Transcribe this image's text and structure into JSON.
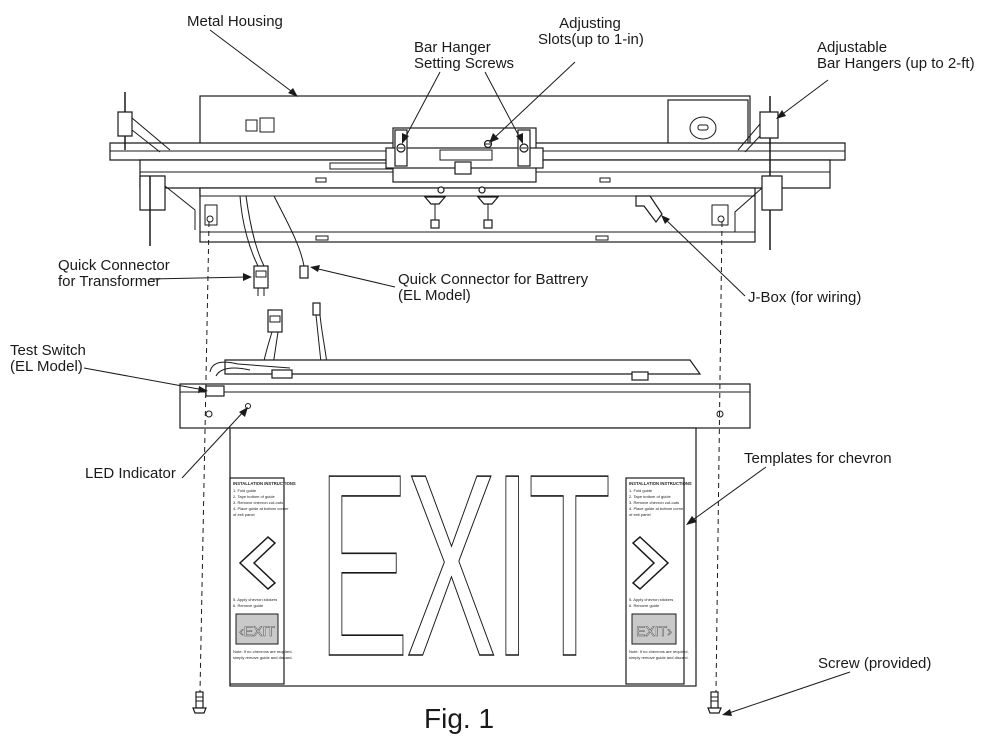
{
  "labels": {
    "metal_housing": "Metal Housing",
    "bar_hanger_screws_l1": "Bar Hanger",
    "bar_hanger_screws_l2": "Setting Screws",
    "adjusting_slots_l1": "Adjusting",
    "adjusting_slots_l2": "Slots(up to 1-in)",
    "bar_hangers_l1": "Adjustable",
    "bar_hangers_l2": "Bar Hangers (up to 2-ft)",
    "qc_transformer_l1": "Quick Connector",
    "qc_transformer_l2": "for Transformer",
    "qc_battery_l1": "Quick Connector for Battrery",
    "qc_battery_l2": "(EL Model)",
    "jbox": "J-Box (for wiring)",
    "test_switch_l1": "Test Switch",
    "test_switch_l2": "(EL Model)",
    "led_indicator": "LED Indicator",
    "templates_chevron": "Templates for chevron",
    "screw": "Screw (provided)",
    "figure_caption": "Fig. 1"
  },
  "sign": {
    "exit_text": "EXIT",
    "template_left": {
      "heading": "INSTALLATION INSTRUCTIONS",
      "steps": [
        "1. Fold guide",
        "2. Tape bottom of guide",
        "3. Remove chevron cut-outs",
        "4. Place guide at bottom corner",
        "   of exit panel"
      ],
      "steps_after": [
        "5. Apply chevron stickers",
        "6. Remove guide"
      ],
      "mini_sign": "‹EXIT",
      "note_l1": "Note: If no chevrons are required,",
      "note_l2": "simply remove guide and discard."
    },
    "template_right": {
      "heading": "INSTALLATION INSTRUCTIONS",
      "steps": [
        "1. Fold guide",
        "2. Tape bottom of guide",
        "3. Remove chevron cut-outs",
        "4. Place guide at bottom corner",
        "   of exit panel"
      ],
      "steps_after": [
        "5. Apply chevron stickers",
        "6. Remove guide"
      ],
      "mini_sign": "EXIT›",
      "note_l1": "Note: If no chevrons are required,",
      "note_l2": "simply remove guide and discard."
    }
  }
}
